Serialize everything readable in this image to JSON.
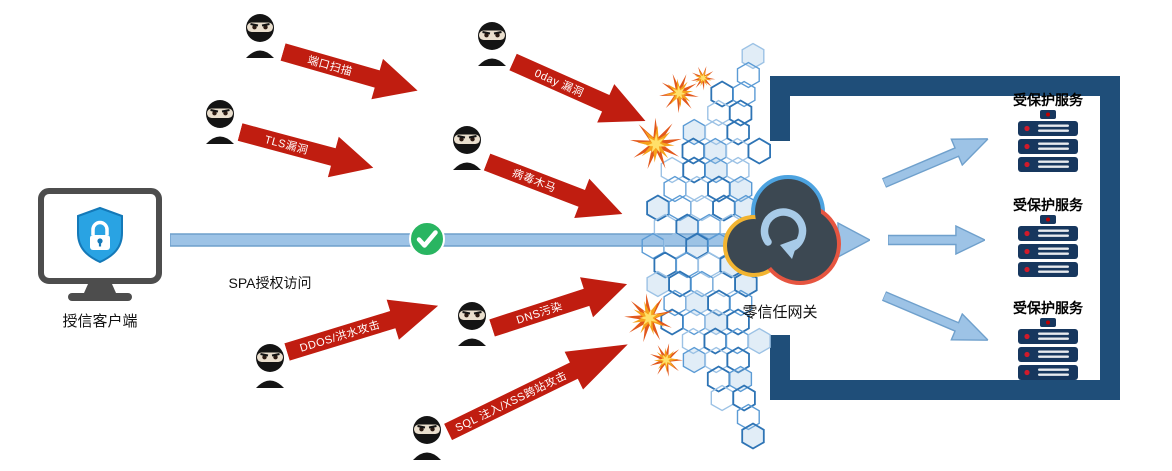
{
  "client": {
    "label": "授信客户端"
  },
  "flow": {
    "spa_label": "SPA授权访问"
  },
  "gateway": {
    "label": "零信任网关"
  },
  "attacks": [
    {
      "id": "port-scan",
      "label": "端口扫描"
    },
    {
      "id": "tls-vuln",
      "label": "TLS漏洞"
    },
    {
      "id": "0day-vuln",
      "label": "0day 漏洞"
    },
    {
      "id": "virus-trojan",
      "label": "病毒木马"
    },
    {
      "id": "ddos-flood",
      "label": "DDOS/洪水攻击"
    },
    {
      "id": "dns-pollution",
      "label": "DNS污染"
    },
    {
      "id": "sql-xss",
      "label": "SQL 注入/XSS跨站攻击"
    }
  ],
  "services": [
    {
      "label": "受保护服务"
    },
    {
      "label": "受保护服务"
    },
    {
      "label": "受保护服务"
    }
  ],
  "icons": {
    "client": "monitor-shield-lock-icon",
    "attacker": "hacker-ninja-icon",
    "verified": "check-circle-icon",
    "barrier": "hex-mesh-shield",
    "impact": "explosion-burst-icon",
    "gateway": "tri-ring-refresh-icon",
    "service": "server-rack-icon"
  },
  "colors": {
    "arrow-red": "#C01D10",
    "arrow-blue": "#9DC3E6",
    "arrow-blue-edge": "#6FA0CC",
    "bracket-navy": "#1F4E79",
    "server-navy": "#17375E",
    "check-green": "#29B561",
    "ring-blue": "#4DA3E0",
    "ring-yellow": "#F2B431",
    "ring-red": "#E65540",
    "mesh-light": "#9CC2E5",
    "mesh-dark": "#2E74B5",
    "shield-blue": "#29A3E3",
    "hacker-black": "#141414",
    "burst-orange": "#F6A21B",
    "burst-yellow": "#FFE06A"
  }
}
